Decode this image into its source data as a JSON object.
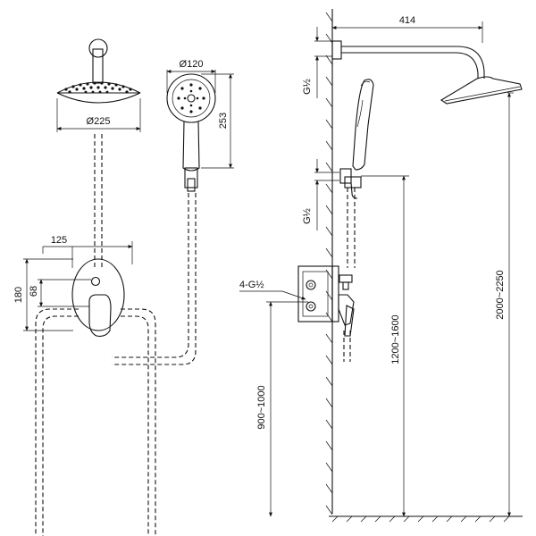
{
  "dimensions": {
    "head_diameter": "Ø225",
    "hand_diameter": "Ø120",
    "hand_height": "253",
    "plate_width": "125",
    "plate_height": "180",
    "lever_offset": "68",
    "arm_length": "414",
    "thread_top": "G½",
    "thread_mid": "G½",
    "box_connections": "4-G½",
    "mixer_height": "900~1000",
    "holder_height": "1200~1600",
    "head_height": "2000~2250"
  }
}
